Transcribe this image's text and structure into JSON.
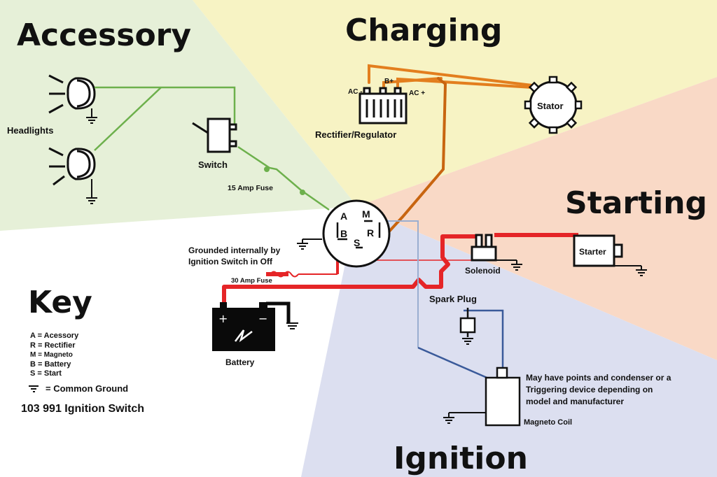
{
  "sections": {
    "accessory": "Accessory",
    "charging": "Charging",
    "starting": "Starting",
    "ignition": "Ignition",
    "key": "Key"
  },
  "labels": {
    "headlights": "Headlights",
    "switch": "Switch",
    "fuse15": "15 Amp Fuse",
    "rectifier": "Rectifier/Regulator",
    "stator": "Stator",
    "ac_minus": "AC -",
    "b_plus": "B+",
    "ac_plus": "AC +",
    "grounded_line1": "Grounded internally by",
    "grounded_line2": "Ignition Switch  in Off",
    "fuse30": "30 Amp Fuse",
    "battery": "Battery",
    "battery_plus": "+",
    "battery_minus": "−",
    "solenoid": "Solenoid",
    "starter": "Starter",
    "spark_plug": "Spark Plug",
    "magneto_coil": "Magneto  Coil",
    "note_line1": "May have points and condenser or a",
    "note_line2": "Triggering device depending on",
    "note_line3": "model and manufacturer"
  },
  "switch_terminals": {
    "a": "A",
    "m": "M",
    "b": "B",
    "r": "R",
    "s": "S"
  },
  "key": {
    "items": [
      "A = Acessory",
      "R = Rectifier",
      "M = Magneto",
      "B = Battery",
      "S = Start"
    ],
    "ground": "= Common Ground",
    "part": "103 991 Ignition Switch"
  },
  "colors": {
    "accessory_bg": "#e6f0d8",
    "charging_bg": "#f7f3c4",
    "starting_bg": "#f9d9c6",
    "ignition_bg": "#dcdff0",
    "accessory_wire": "#6db04c",
    "charging_wire": "#e37e1e",
    "starting_wire": "#e52527",
    "ignition_wire": "#3a5a9a",
    "magneto_wire": "#9aaed0"
  }
}
